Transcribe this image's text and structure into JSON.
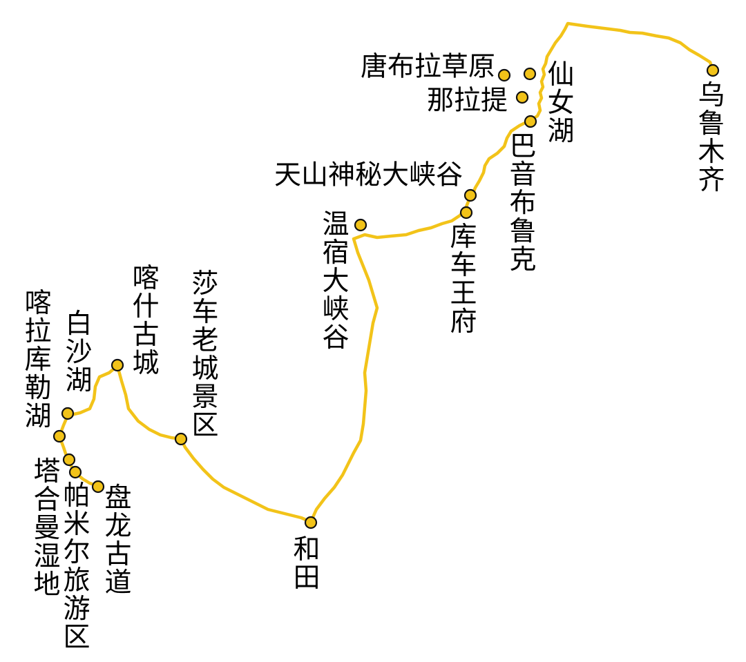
{
  "colors": {
    "route": "#F2C319",
    "stop_fill": "#F2C319",
    "stop_stroke": "#111111",
    "text": "#000000"
  },
  "places": [
    {
      "id": "urumqi",
      "name": "乌鲁木齐",
      "orientation": "vertical"
    },
    {
      "id": "tangbula",
      "name": "唐布拉草原",
      "orientation": "horizontal"
    },
    {
      "id": "xiannu",
      "name": "仙女湖",
      "orientation": "vertical"
    },
    {
      "id": "nalati",
      "name": "那拉提",
      "orientation": "horizontal"
    },
    {
      "id": "bayanbulak",
      "name": "巴音布鲁克",
      "orientation": "vertical"
    },
    {
      "id": "tianshan",
      "name": "天山神秘大峡谷",
      "orientation": "horizontal"
    },
    {
      "id": "kuche",
      "name": "库车王府",
      "orientation": "vertical"
    },
    {
      "id": "wensu",
      "name": "温宿大峡谷",
      "orientation": "vertical"
    },
    {
      "id": "hetian",
      "name": "和田",
      "orientation": "vertical"
    },
    {
      "id": "shache",
      "name": "莎车老城景区",
      "orientation": "vertical"
    },
    {
      "id": "kashi",
      "name": "喀什古城",
      "orientation": "vertical"
    },
    {
      "id": "baisha",
      "name": "白沙湖",
      "orientation": "vertical"
    },
    {
      "id": "karakul",
      "name": "喀拉库勒湖",
      "orientation": "vertical"
    },
    {
      "id": "taheman",
      "name": "塔合曼湿地",
      "orientation": "vertical"
    },
    {
      "id": "pamir",
      "name": "帕米尔旅游区",
      "orientation": "vertical"
    },
    {
      "id": "panlong",
      "name": "盘龙古道",
      "orientation": "vertical"
    }
  ]
}
